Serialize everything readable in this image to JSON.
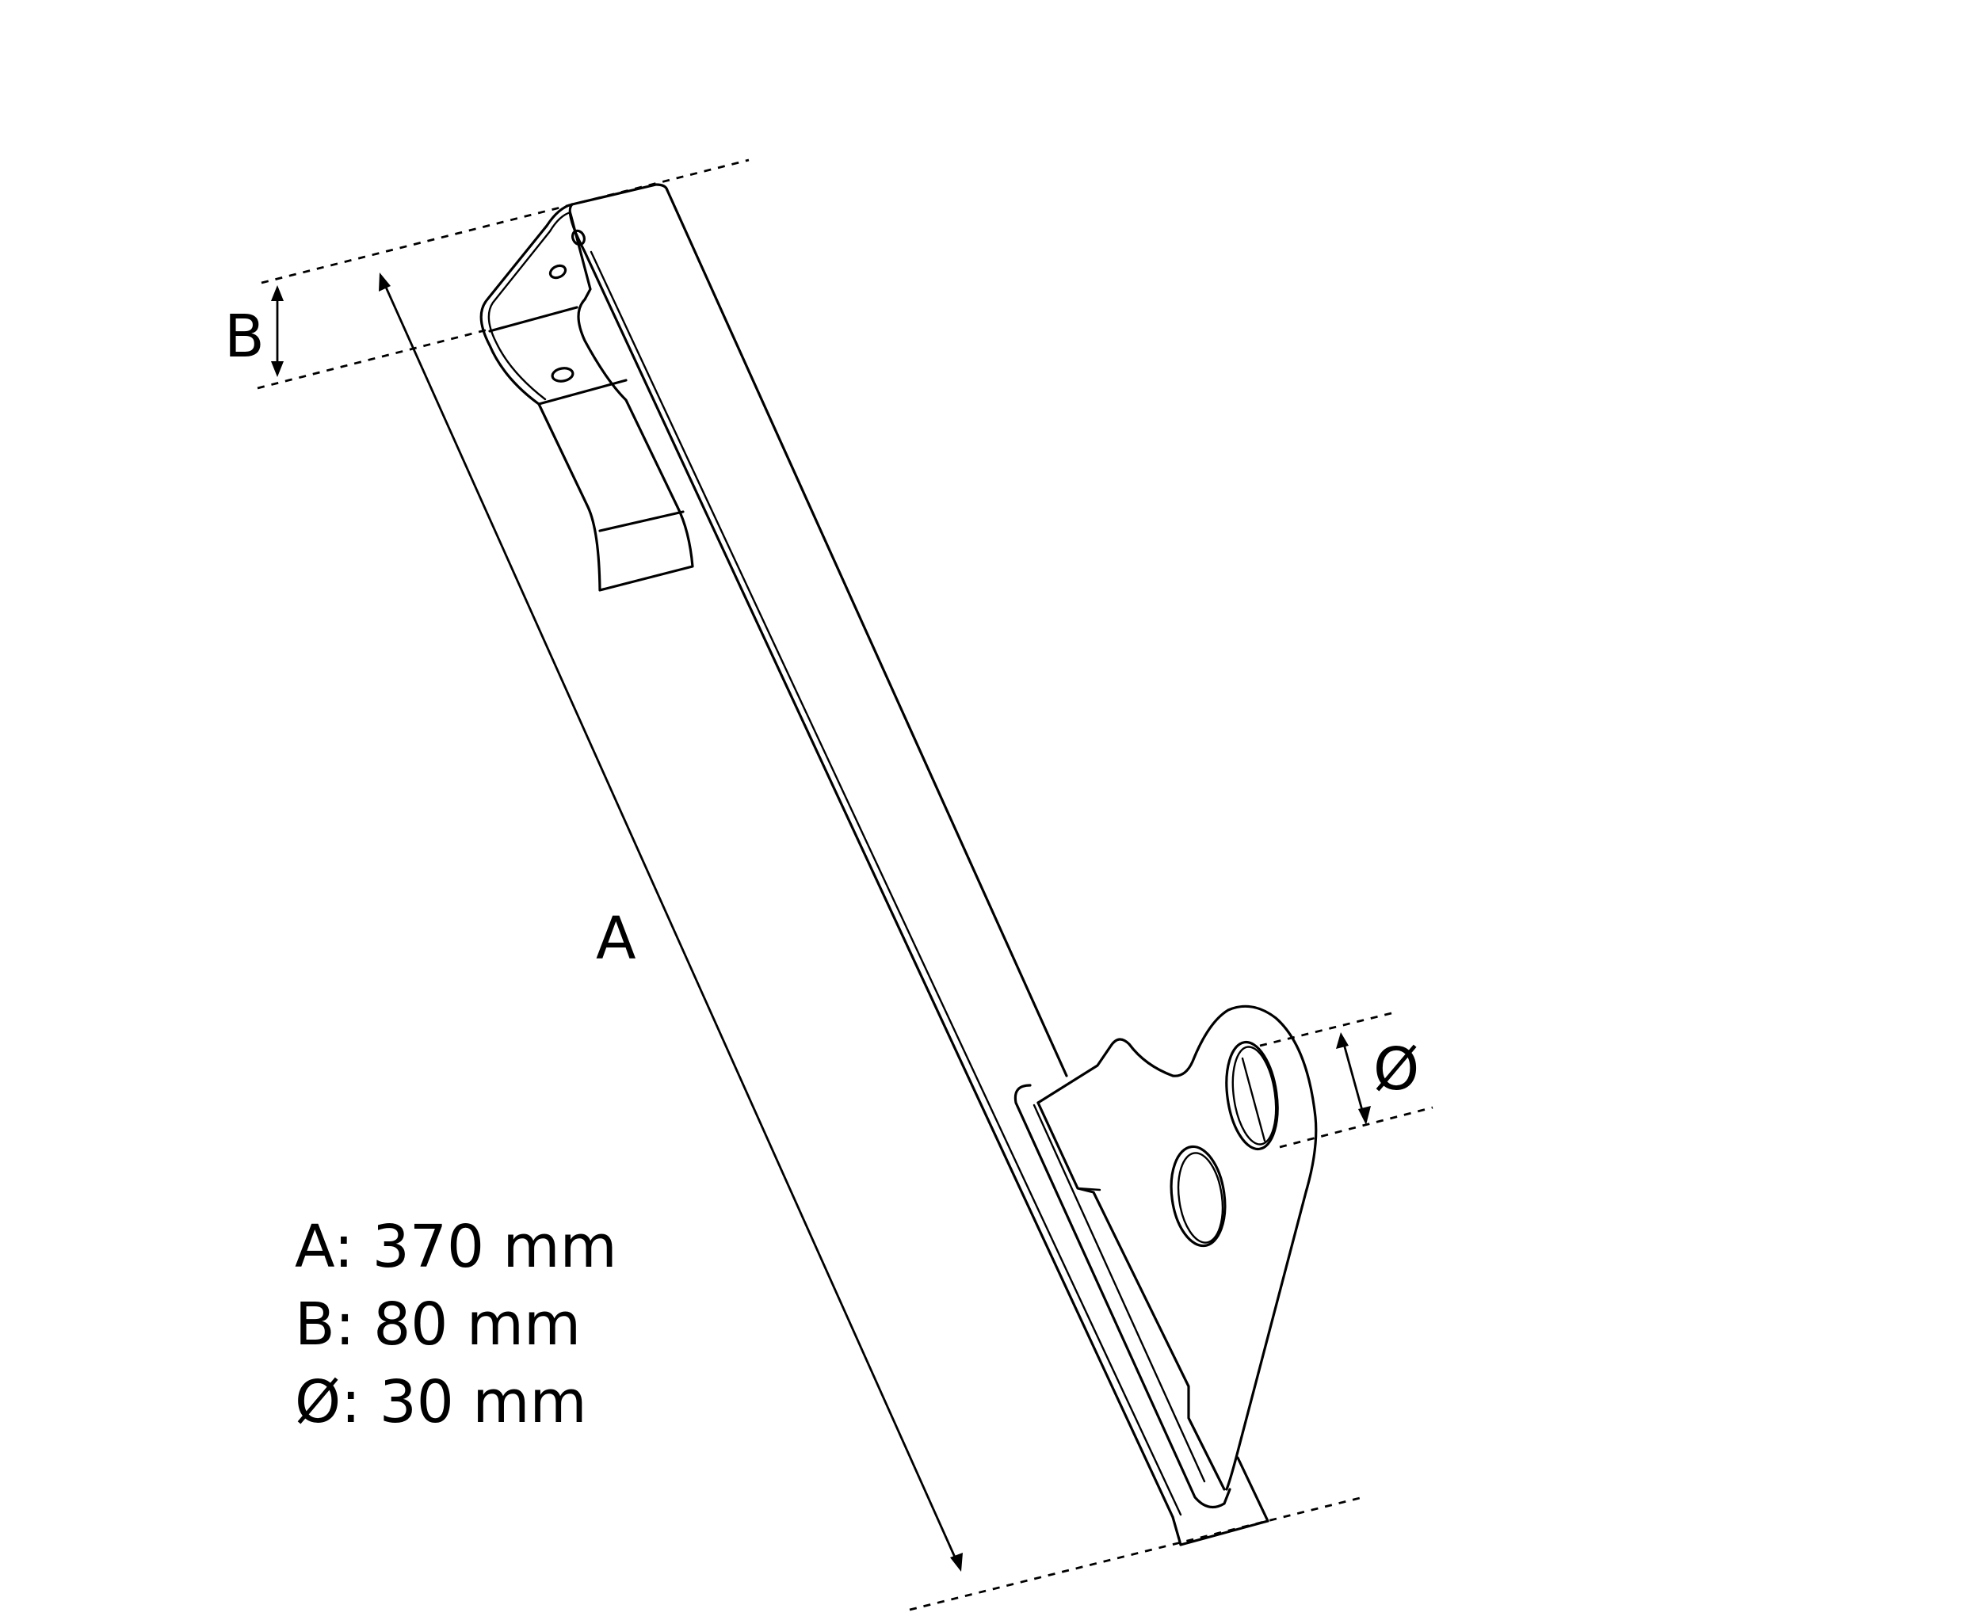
{
  "labels": {
    "a": "A",
    "b": "B",
    "diameter": "Ø"
  },
  "specs": [
    "A: 370 mm",
    "B: 80 mm",
    "Ø: 30 mm"
  ]
}
